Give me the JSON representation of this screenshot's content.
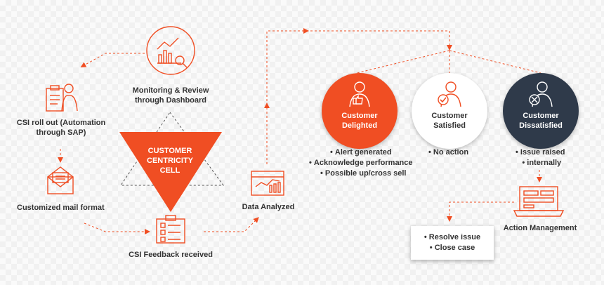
{
  "center": {
    "line1": "CUSTOMER",
    "line2": "CENTRICITY",
    "line3": "CELL"
  },
  "steps": {
    "monitoring": {
      "line1": "Monitoring & Review",
      "line2": "through Dashboard",
      "icon": "chart-magnifier-icon"
    },
    "csi_rollout": {
      "line1": "CSI roll out (Automation",
      "line2": "through SAP)",
      "icon": "clipboard-person-icon"
    },
    "mail": {
      "label": "Customized mail format",
      "icon": "envelope-icon"
    },
    "feedback": {
      "label": "CSI Feedback received",
      "icon": "checklist-icon"
    },
    "data": {
      "label": "Data Analyzed",
      "icon": "monitor-chart-icon"
    },
    "action": {
      "label": "Action Management",
      "icon": "laptop-icon"
    }
  },
  "outcomes": [
    {
      "line1": "Customer",
      "line2": "Delighted",
      "icon": "thumbs-up-person-icon",
      "bullets": [
        "Alert generated",
        "Acknowledge performance",
        "Possible up/cross sell"
      ]
    },
    {
      "line1": "Customer",
      "line2": "Satisfied",
      "icon": "check-person-icon",
      "bullets": [
        "No action"
      ]
    },
    {
      "line1": "Customer",
      "line2": "Dissatisfied",
      "icon": "cross-person-icon",
      "bullets": [
        "Issue raised",
        "internally"
      ]
    }
  ],
  "resolution_box": [
    "Resolve issue",
    "Close case"
  ],
  "colors": {
    "accent": "#f04e23",
    "dark": "#2f3a4a",
    "text": "#333333"
  }
}
